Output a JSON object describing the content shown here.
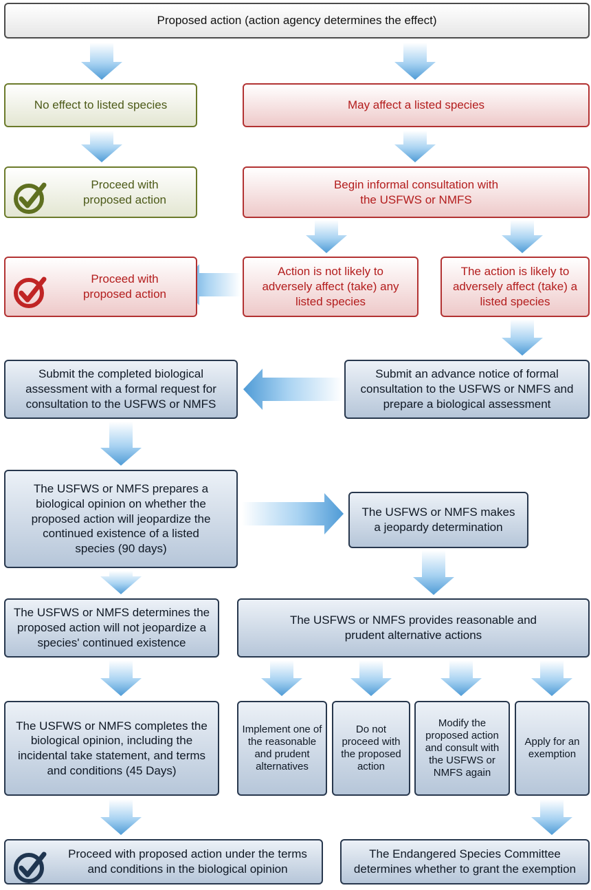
{
  "colors": {
    "neutral_border": "#4a4a4a",
    "green_border": "#6b7a2a",
    "green_text": "#4c5a18",
    "red_border": "#b23232",
    "red_text": "#b31d1d",
    "blue_border": "#27374d",
    "arrow": "#8cc4ec"
  },
  "nodes": {
    "proposed_action": "Proposed action (action agency determines the effect)",
    "no_effect": "No effect to listed species",
    "may_affect": "May affect a listed species",
    "proceed_green": "Proceed with\nproposed action",
    "begin_informal": "Begin informal consultation with\nthe USFWS or NMFS",
    "proceed_red": "Proceed with\nproposed action",
    "not_likely": "Action is not likely to\nadversely affect (take) any\nlisted species",
    "likely": "The action is likely to\nadversely affect (take) a\nlisted species",
    "submit_completed": "Submit the completed biological\nassessment with a formal request for\nconsultation to the USFWS or NMFS",
    "submit_advance": "Submit an advance notice of formal\nconsultation to the USFWS or NMFS and\nprepare a biological assessment",
    "prepares_opinion": "The USFWS or NMFS prepares a\nbiological opinion on whether the\nproposed action will jeopardize the\ncontinued existence of a listed\nspecies (90 days)",
    "jeopardy_determination": "The USFWS or NMFS makes\na jeopardy determination",
    "not_jeopardize": "The USFWS or NMFS determines the\nproposed action will not jeopardize a\nspecies' continued existence",
    "provides_alternatives": "The USFWS or NMFS provides reasonable and\nprudent alternative actions",
    "completes_opinion": "The USFWS or NMFS completes the\nbiological opinion, including the\nincidental take statement, and terms\nand conditions (45 Days)",
    "implement_one": "Implement one of\nthe reasonable\nand prudent\nalternatives",
    "do_not_proceed": "Do not\nproceed with\nthe proposed\naction",
    "modify": "Modify the\nproposed action\nand consult with\nthe USFWS or\nNMFS again",
    "apply_exemption": "Apply for an\nexemption",
    "proceed_terms": "Proceed with proposed action under the terms\nand conditions in the biological opinion",
    "committee": "The Endangered Species Committee\ndetermines whether to grant the exemption"
  },
  "icons": [
    "check-icon"
  ]
}
